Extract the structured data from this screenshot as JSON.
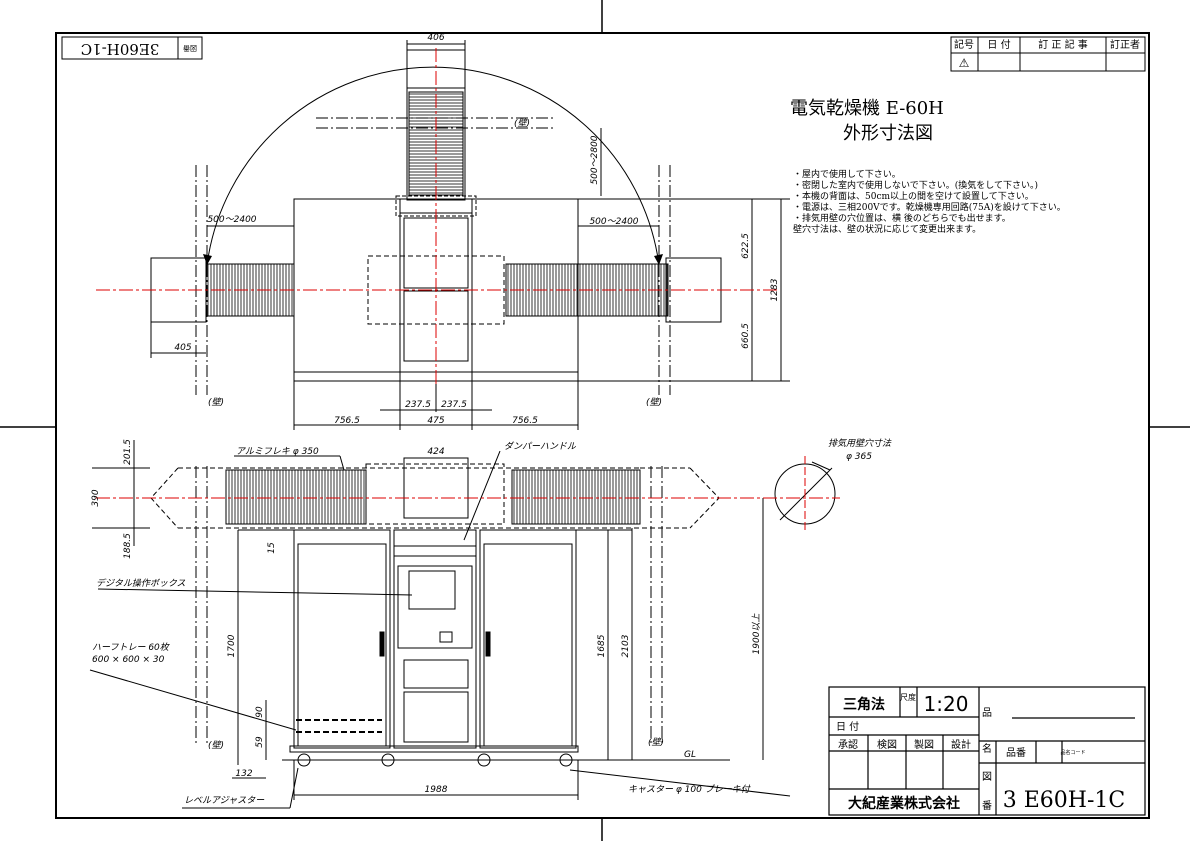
{
  "drawing": {
    "title_line1": "電気乾燥機 E-60H",
    "title_line2": "外形寸法図",
    "notes": [
      "・屋内で使用して下さい。",
      "・密閉した室内で使用しないで下さい。(換気をして下さい。)",
      "・本機の背面は、50cm以上の間を空けて設置して下さい。",
      "・電源は、三相200Vです。乾燥機専用回路(75A)を設けて下さい。",
      "・排気用壁の穴位置は、横 後のどちらでも出せます。",
      "壁穴寸法は、壁の状況に応じて変更出来ます。"
    ],
    "corner_label": "図番",
    "corner_number": "3E60H-1C"
  },
  "revision_table": {
    "headers": [
      "記号",
      "日 付",
      "訂 正 記 事",
      "訂正者"
    ],
    "first_symbol": "⚠"
  },
  "plan_view": {
    "dim_top_width": "406",
    "dim_top_range": "500～2800",
    "wall_top": "(壁)",
    "dim_left_range": "500～2400",
    "dim_right_range": "500～2400",
    "dim_right_upper": "622.5",
    "dim_right_lower": "660.5",
    "dim_right_total": "1283",
    "dim_left_duct": "405",
    "wall_left": "(壁)",
    "wall_right": "(壁)",
    "dim_b1": "756.5",
    "dim_b2": "237.5",
    "dim_b3": "237.5",
    "dim_b4": "475",
    "dim_b5": "756.5"
  },
  "elevation_view": {
    "dim_upper": "201.5",
    "dim_mid": "390",
    "dim_lower": "188.5",
    "flex_label": "アルミフレキ φ 350",
    "duct_width": "424",
    "damper_label": "ダンパーハンドル",
    "wall_hole_label": "排気用壁穴寸法",
    "wall_hole_dia": "φ 365",
    "dim_15": "15",
    "control_box_label": "デジタル操作ボックス",
    "dim_1700": "1700",
    "tray_label1": "ハーフトレー 60枚",
    "tray_label2": "600 × 600 × 30",
    "dim_1685": "1685",
    "dim_2103": "2103",
    "dim_1900": "1900以上",
    "dim_90": "90",
    "dim_59": "59",
    "wall_left": "(壁)",
    "wall_right": "(壁)",
    "gl_label": "GL",
    "dim_132": "132",
    "leveler_label": "レベルアジャスター",
    "dim_1988": "1988",
    "caster_label": "キャスター φ 100 ブレーキ付"
  },
  "title_block": {
    "projection": "三角法",
    "scale_label": "尺度",
    "scale": "1:20",
    "date_label": "日 付",
    "approvals": [
      "承認",
      "検図",
      "製図",
      "設計"
    ],
    "name_label": "名",
    "product_label": "品",
    "part_no_label": "品番",
    "code_label": "品名コード",
    "drawing_label": "図",
    "number_label": "番",
    "company": "大紀産業株式会社",
    "drawing_number": "3 E60H-1C"
  }
}
